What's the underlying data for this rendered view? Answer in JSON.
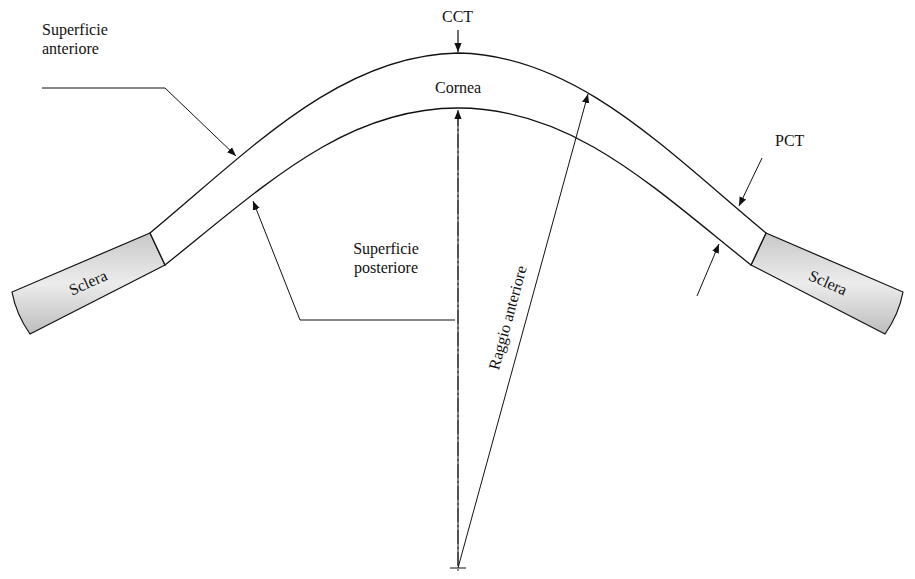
{
  "diagram": {
    "labels": [
      "CCT",
      "Superficie anteriore",
      "Cornea",
      "PCT",
      "Superficie posteriore",
      "Sclera",
      "Sclera",
      "Raggio anteriore"
    ]
  }
}
